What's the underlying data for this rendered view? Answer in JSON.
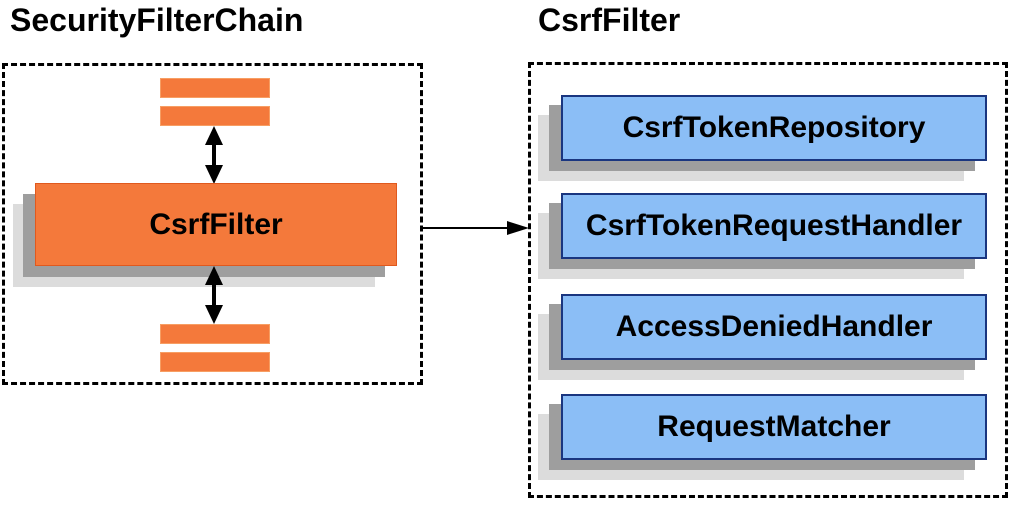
{
  "diagram": {
    "left": {
      "title": "SecurityFilterChain",
      "csrf_filter_label": "CsrfFilter"
    },
    "right": {
      "title": "CsrfFilter",
      "components": [
        "CsrfTokenRepository",
        "CsrfTokenRequestHandler",
        "AccessDeniedHandler",
        "RequestMatcher"
      ]
    },
    "colors": {
      "accent_orange": "#F4793B",
      "component_blue": "#8BBEF6",
      "component_border_blue": "#1A3680",
      "shadow_dark_gray": "#9E9E9E",
      "shadow_light_gray": "#DCDCDC",
      "outline_black": "#000000"
    }
  }
}
